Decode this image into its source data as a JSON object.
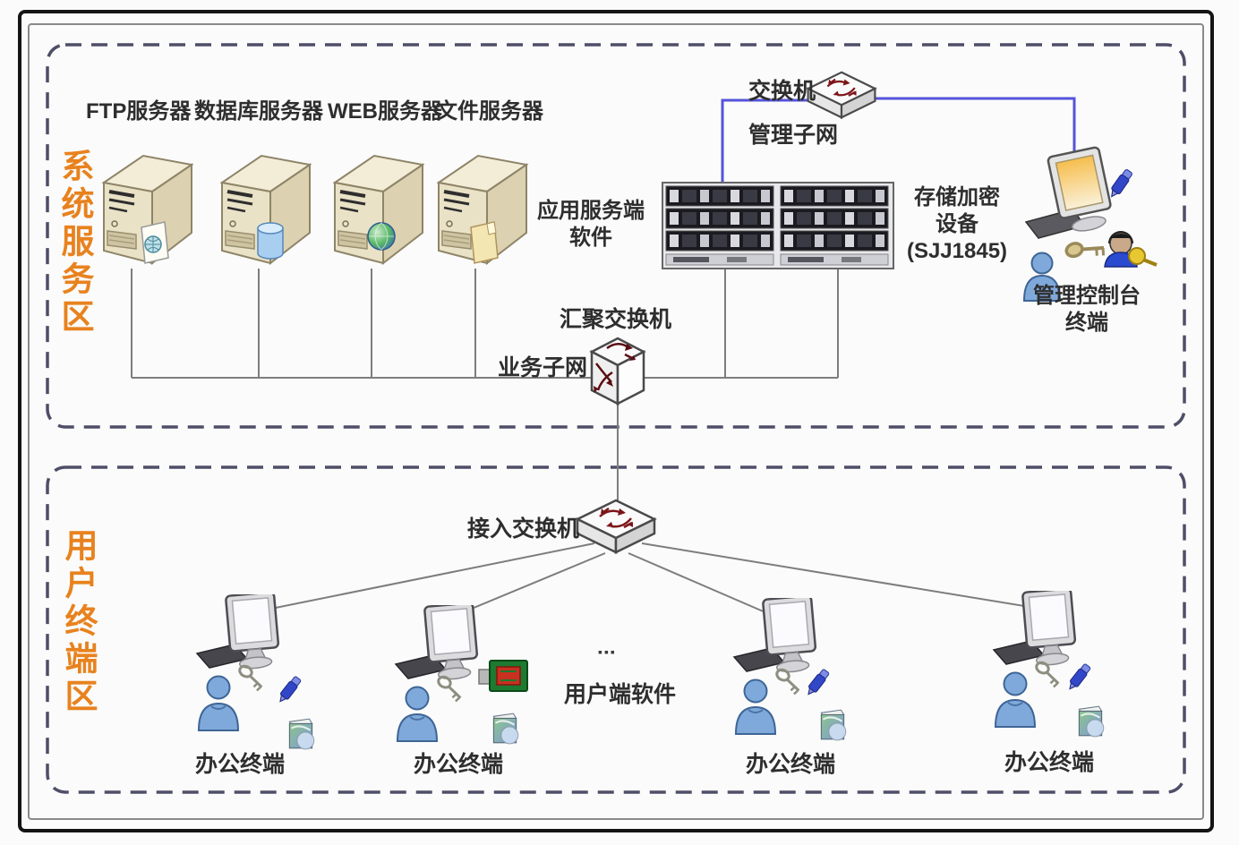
{
  "diagram": {
    "zones": [
      {
        "label": "系统服务区"
      },
      {
        "label": "用户终端区"
      }
    ],
    "servers": {
      "labels": [
        "FTP服务器",
        "数据库服务器",
        "WEB服务器",
        "文件服务器"
      ]
    },
    "top_switch": {
      "label": "交换机",
      "subnet": "管理子网"
    },
    "app_software": {
      "line1": "应用服务端",
      "line2": "软件"
    },
    "storage_device": {
      "line1": "存储加密",
      "line2": "设备",
      "line3": "(SJJ1845)"
    },
    "console": {
      "line1": "管理控制台",
      "line2": "终端"
    },
    "agg_switch": {
      "label": "汇聚交换机",
      "subnet": "业务子网"
    },
    "access_switch": {
      "label": "接入交换机"
    },
    "client_software": {
      "ellipsis": "▪▪▪",
      "label": "用户端软件"
    },
    "terminals": [
      {
        "label": "办公终端"
      },
      {
        "label": "办公终端"
      },
      {
        "label": "办公终端"
      },
      {
        "label": "办公终端"
      }
    ],
    "colors": {
      "zone_label_orange": "#e8821e",
      "management_line_blue": "#5454da",
      "link_line_gray": "#7d7d7d",
      "dashed_border": "#4e4e68",
      "switch_arrow_red": "#7c1418",
      "server_body": "#eae2c6",
      "person_blue": "#7fa9db"
    }
  }
}
